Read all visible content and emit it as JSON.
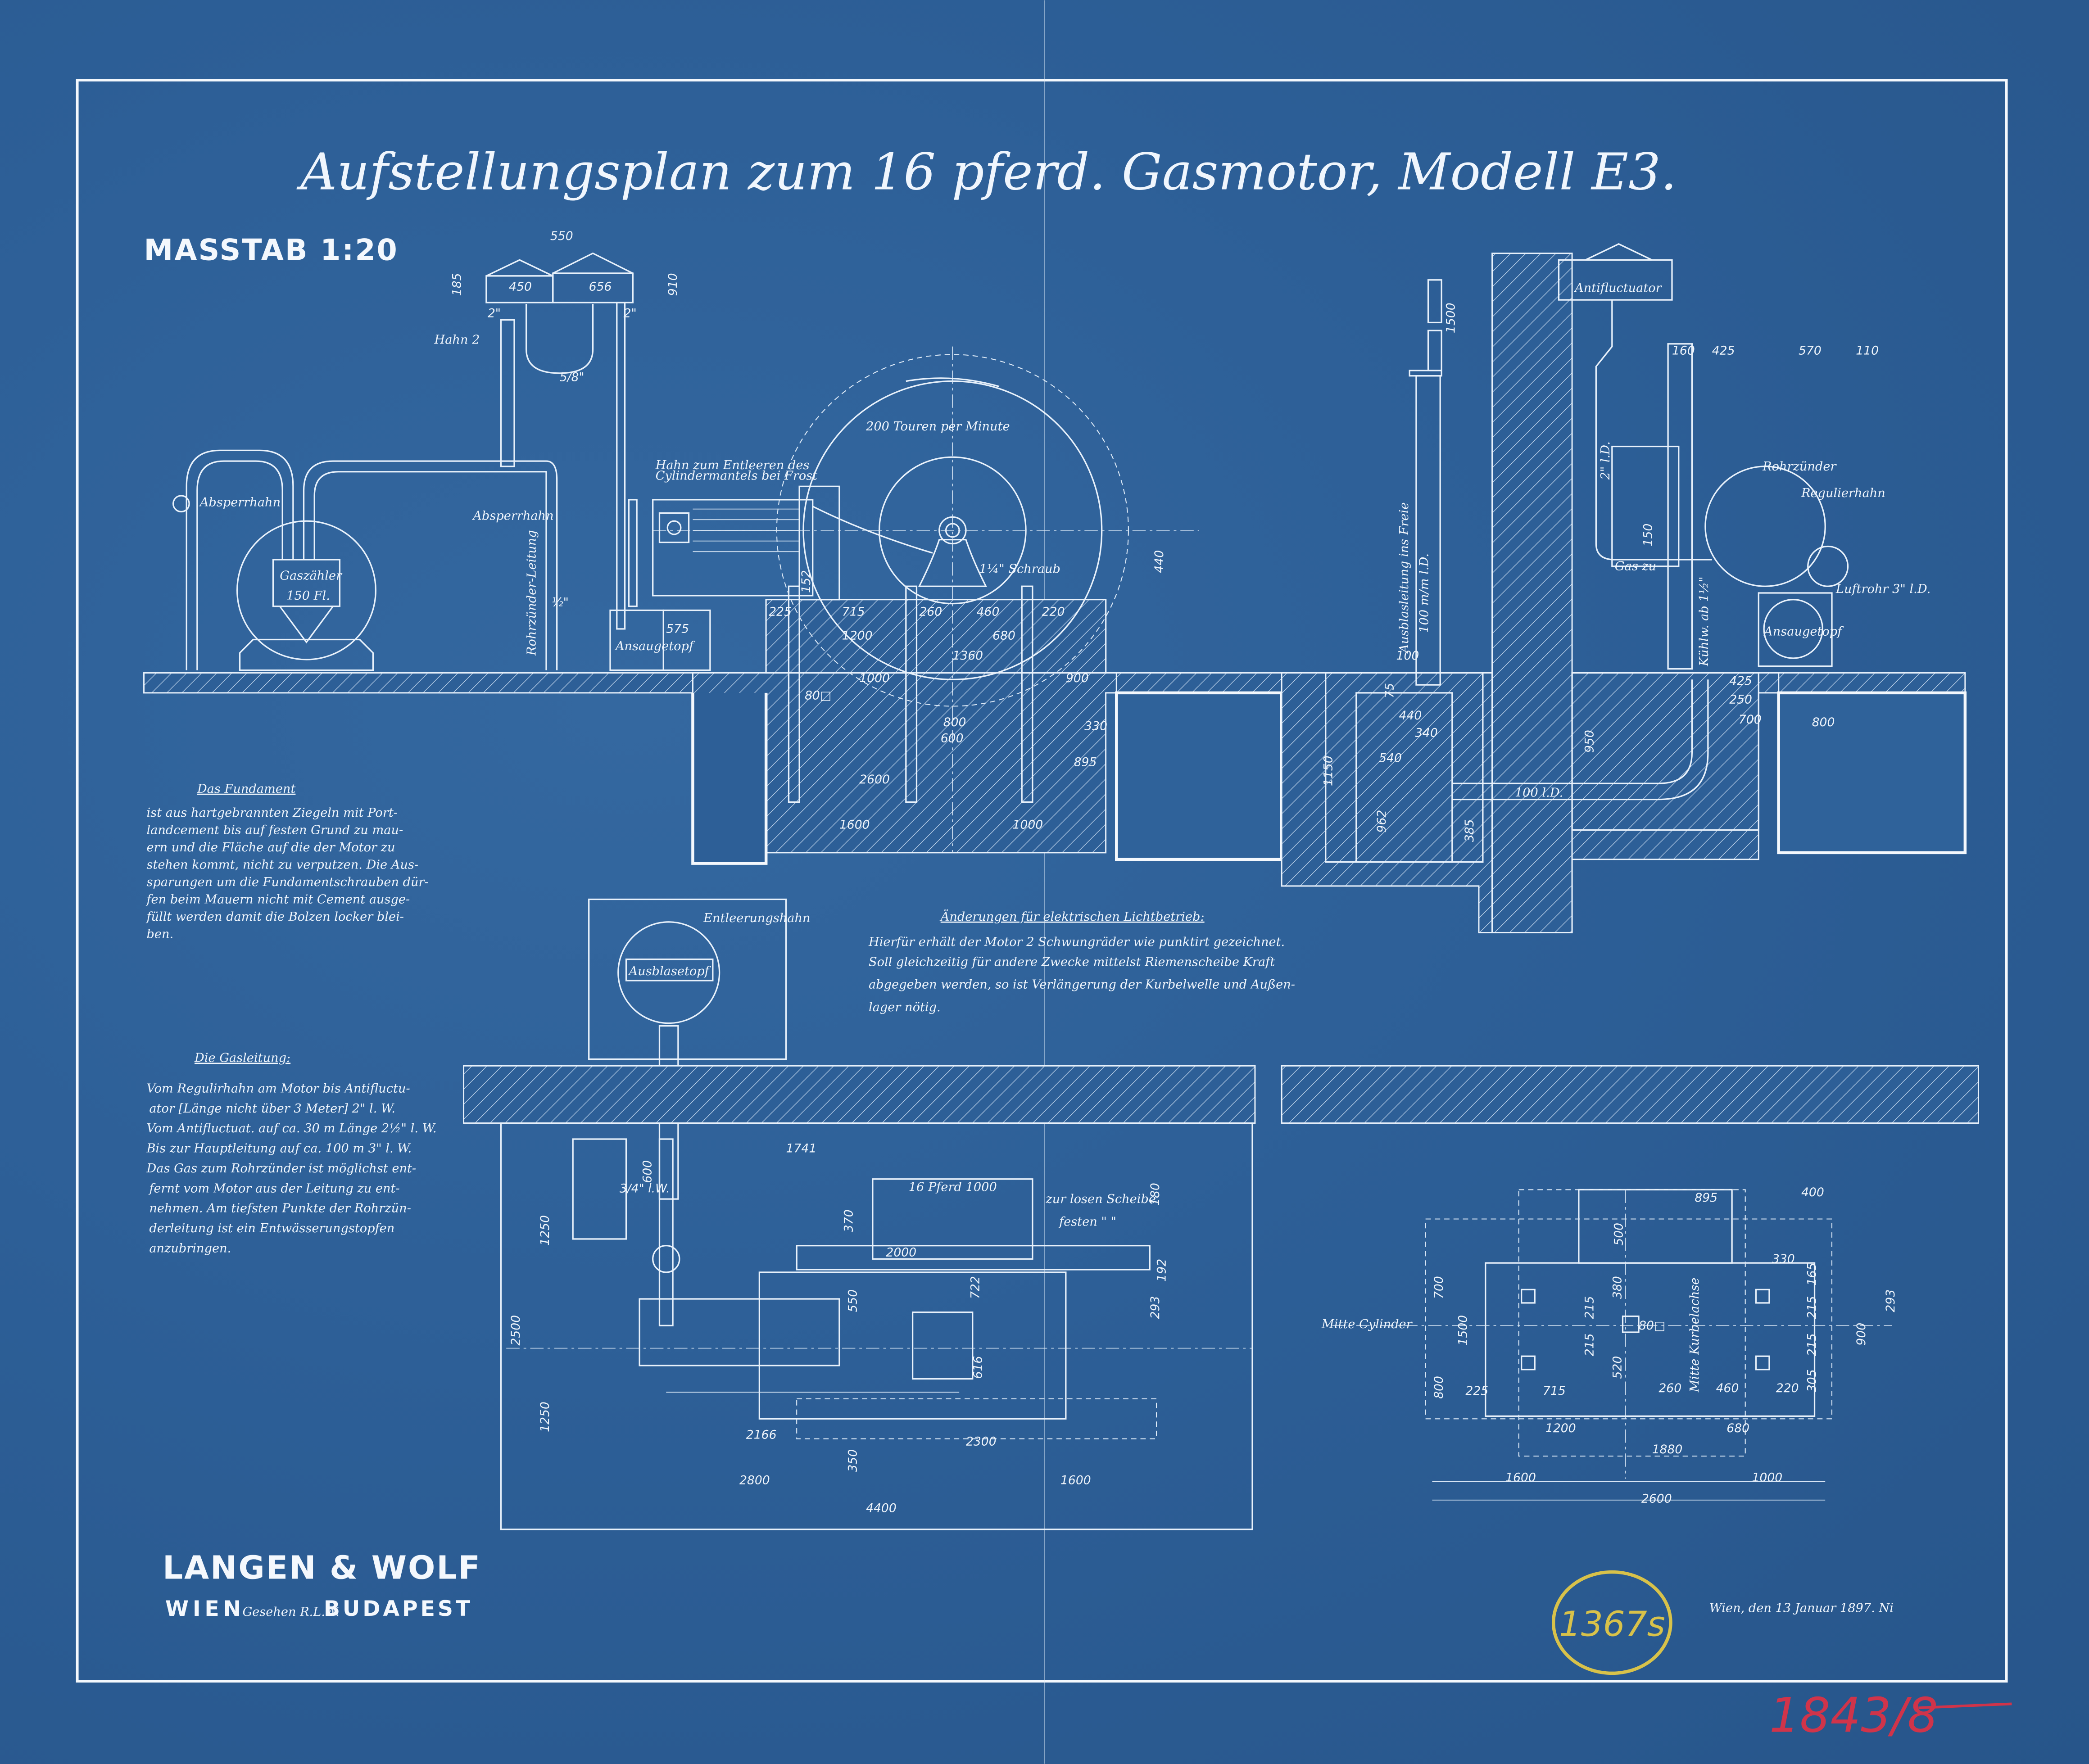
{
  "title": "Aufstellungsplan zum 16 pferd. Gasmotor, Modell E3.",
  "scale": "MASSTAB 1:20",
  "company": {
    "name": "LANGEN & WOLF",
    "city_left": "WIEN",
    "city_right": "BUDAPEST",
    "signature": "Gesehen R.L.W."
  },
  "date_line": "Wien, den 13 Januar 1897. Ni",
  "stamps": {
    "yellow_number": "1367s",
    "red_number": "1843/8",
    "yellow_color": "#d8c24a",
    "red_color": "#d0344a"
  },
  "colors": {
    "paper": "#2d5f97",
    "ink": "#eef4fb"
  },
  "fundament": {
    "heading": "Das Fundament",
    "lines": [
      "ist aus hartgebrannten Ziegeln mit Port-",
      "landcement bis auf festen Grund zu mau-",
      "ern und die Fläche auf die der Motor zu",
      "stehen kommt, nicht zu verputzen. Die Aus-",
      "sparungen um die Fundamentschrauben dür-",
      "fen beim Mauern nicht mit Cement ausge-",
      "füllt werden damit die Bolzen locker blei-",
      "ben."
    ]
  },
  "gasleitung": {
    "heading": "Die Gasleitung:",
    "lines": [
      "Vom Regulirhahn am Motor bis Antifluctu-",
      "ator [Länge nicht über 3 Meter]       2\" l. W.",
      "Vom Antifluctuat. auf ca. 30 m Länge 2½\" l. W.",
      "Bis zur Hauptleitung auf ca. 100 m     3\" l. W.",
      "Das Gas zum Rohrzünder ist möglichst ent-",
      "fernt vom Motor aus der Leitung zu ent-",
      "nehmen. Am tiefsten Punkte der Rohrzün-",
      "derleitung ist ein Entwässerungstopfen",
      "anzubringen."
    ]
  },
  "aenderungen": {
    "heading": "Änderungen für elektrischen Lichtbetrieb:",
    "lines": [
      "Hierfür erhält der Motor 2 Schwungräder wie punktirt gezeichnet.",
      "Soll gleichzeitig für andere Zwecke mittelst Riemenscheibe Kraft",
      "abgegeben werden, so ist Verlängerung der Kurbelwelle und Außen-",
      "lager nötig."
    ]
  },
  "labels": {
    "gaszaehler": "Gaszähler",
    "gaszaehler_size": "150 Fl.",
    "absperrhahn": "Absperrhahn",
    "absperrhahn2": "Absperrhahn",
    "hahn2": "Hahn 2",
    "rohrzuender_leitung": "Rohrzünder-Leitung",
    "hahn_entleeren_1": "Hahn zum Entleeren des",
    "hahn_entleeren_2": "Cylindermantels bei Frost",
    "touren": "200 Touren per Minute",
    "schraub": "1¼\" Schraub",
    "ansaugetopf": "Ansaugetopf",
    "ansaugetopf2": "Ansaugetopf",
    "ausblasleitung": "Ausblasleitung ins Freie",
    "ausblas_dia": "100 m/m l.D.",
    "antifluctuator": "Antifluctuator",
    "rohrzuender": "Rohrzünder",
    "regulierhahn": "Regulierhahn",
    "gas_zu": "Gas zu",
    "luftrohr": "Luftrohr 3\" l.D.",
    "pipe_2ld": "2\" l.D.",
    "kuehlw": "Kühlw. ab 1½\"",
    "pipe_100": "100 l.D.",
    "entleerungshahn": "Entleerungshahn",
    "ausblasetopf": "Ausblasetopf",
    "pferd": "16 Pferd 1000",
    "lose_scheibe": "zur losen Scheibe",
    "feste_scheibe": "festen \" \"",
    "mitte_cylinder": "Mitte Cylinder",
    "mitte_kurbelachse": "Mitte Kurbelachse",
    "pipe_2a": "2\"",
    "pipe_2b": "2\"",
    "pipe_58": "5/8\"",
    "pipe_half": "½\"",
    "pipe_34": "3/4\" l.W."
  },
  "dimensions": {
    "d550": "550",
    "d185": "185",
    "d450": "450",
    "d656": "656",
    "d910": "910",
    "d225": "225",
    "d715": "715",
    "d260": "260",
    "d460": "460",
    "d220": "220",
    "d1200": "1200",
    "d680": "680",
    "d1360": "1360",
    "d1000": "1000",
    "d800": "800",
    "d600": "600",
    "d2600": "2600",
    "d1600": "1600",
    "d1000b": "1000",
    "d330": "330",
    "d895": "895",
    "d900": "900",
    "d440": "440",
    "d152": "152",
    "d575": "575",
    "d80": "80□",
    "d1500": "1500",
    "d160": "160",
    "d425": "425",
    "d570": "570",
    "d110": "110",
    "d150": "150",
    "d950": "950",
    "d1150": "1150",
    "d962": "962",
    "d540": "540",
    "d440b": "440",
    "d340": "340",
    "d700": "700",
    "d250": "250",
    "d425b": "425",
    "d800b": "800",
    "d385": "385",
    "d75": "75",
    "d100": "100",
    "p1741": "1741",
    "p370": "370",
    "p2000": "2000",
    "p180": "180",
    "p192": "192",
    "p293": "293",
    "p550": "550",
    "p722": "722",
    "p616": "616",
    "p2166": "2166",
    "p2300": "2300",
    "p350": "350",
    "p2800": "2800",
    "p1600": "1600",
    "p4400": "4400",
    "p1250a": "1250",
    "p1250b": "1250",
    "p2500": "2500",
    "p600": "600",
    "r895": "895",
    "r400": "400",
    "r500": "500",
    "r700": "700",
    "r800": "800",
    "r1500": "1500",
    "r380": "380",
    "r215a": "215",
    "r215b": "215",
    "r520": "520",
    "r80": "80□",
    "r225": "225",
    "r715": "715",
    "r260": "260",
    "r460": "460",
    "r220": "220",
    "r1200": "1200",
    "r680": "680",
    "r1880": "1880",
    "r1600": "1600",
    "r1000": "1000",
    "r2600": "2600",
    "r330": "330",
    "r165": "165",
    "r215c": "215",
    "r215d": "215",
    "r305": "305",
    "r900": "900",
    "r293": "293"
  }
}
